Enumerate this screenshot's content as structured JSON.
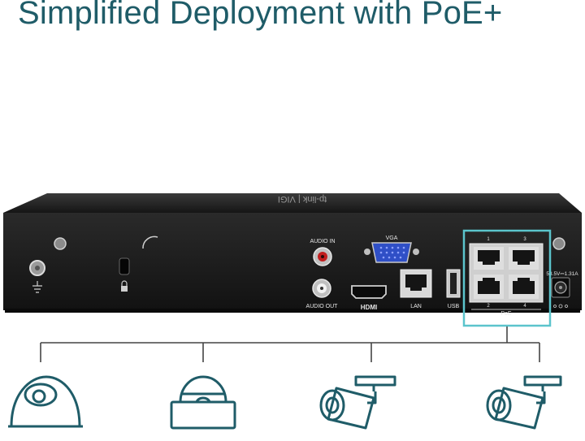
{
  "headline": "Simplified Deployment with PoE+",
  "device": {
    "brand_text": "tp-link | VIGI",
    "port_labels": {
      "audio_in": "AUDIO IN",
      "audio_out": "AUDIO OUT",
      "vga": "VGA",
      "hdmi": "HDMI",
      "lan": "LAN",
      "usb": "USB",
      "poe": "PoE",
      "poe_port_1": "1",
      "poe_port_2": "2",
      "poe_port_3": "3",
      "poe_port_4": "4",
      "power": "53.5V⎓1.31A"
    }
  },
  "cameras": [
    {
      "icon": "turret-camera-icon"
    },
    {
      "icon": "dome-camera-icon"
    },
    {
      "icon": "bullet-camera-icon"
    },
    {
      "icon": "bullet-camera-icon"
    }
  ],
  "colors": {
    "headline": "#1f5c68",
    "highlight": "#5bc4cc",
    "icon_stroke": "#1f5c68",
    "device_body": "#1b1b1b"
  }
}
